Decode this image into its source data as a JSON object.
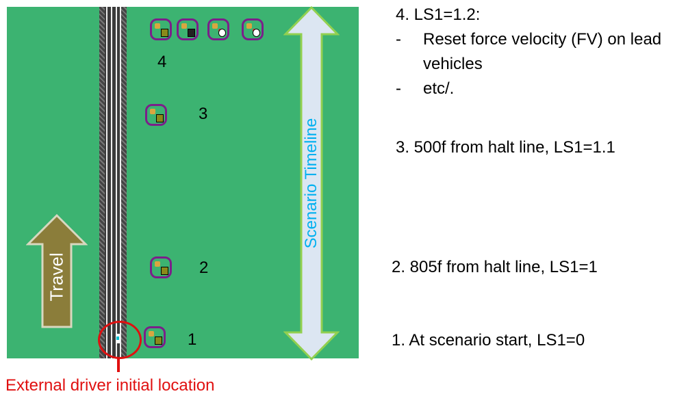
{
  "map": {
    "markers": [
      "1",
      "2",
      "3",
      "4"
    ],
    "travel_label": "Travel",
    "timeline_label": "Scenario Timeline",
    "driver_label": "External driver initial location"
  },
  "notes": {
    "n4_title": "4. LS1=1.2:",
    "n4_items": [
      "Reset force velocity (FV) on lead vehicles",
      "etc/."
    ],
    "n4_bullet": "-",
    "n3": "3. 500f from halt line, LS1=1.1",
    "n2": "2. 805f from halt line, LS1=1",
    "n1": "1. At scenario start, LS1=0"
  },
  "colors": {
    "field": "#3cb371",
    "timeline": "#dce6f2",
    "timeline_border": "#92d050",
    "travel": "#8b7d3a",
    "driver_circle": "#e01010",
    "driver_text": "#e01010",
    "timeline_text": "#00b0f0"
  }
}
